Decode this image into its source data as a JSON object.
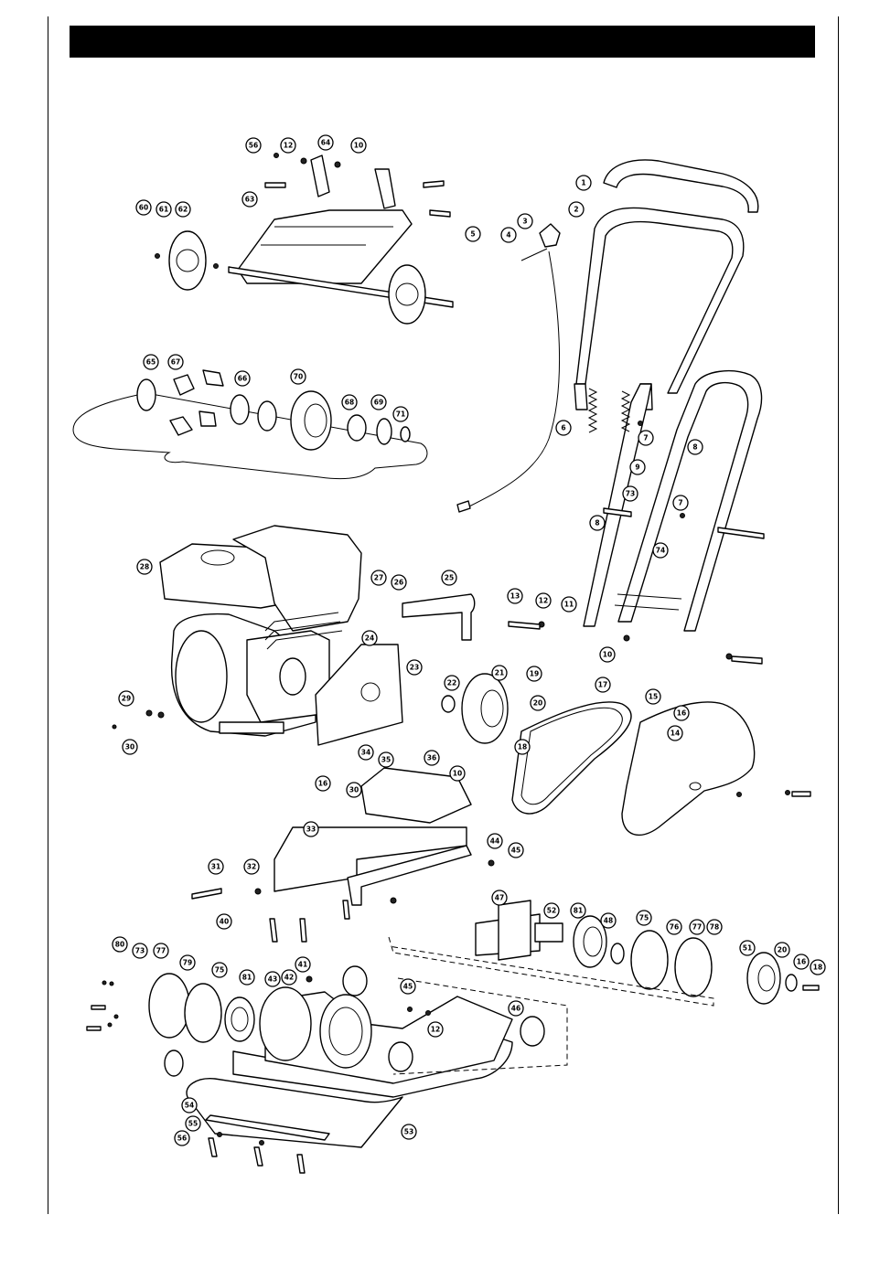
{
  "diagram": {
    "title_bar_text": "",
    "callout_labels": [
      "1",
      "2",
      "3",
      "4",
      "5",
      "6",
      "7",
      "8",
      "9",
      "10",
      "11",
      "12",
      "13",
      "14",
      "15",
      "16",
      "17",
      "18",
      "19",
      "20",
      "21",
      "22",
      "23",
      "24",
      "25",
      "26",
      "27",
      "28",
      "29",
      "30",
      "31",
      "32",
      "33",
      "34",
      "35",
      "36",
      "40",
      "41",
      "42",
      "43",
      "44",
      "45",
      "46",
      "47",
      "48",
      "51",
      "52",
      "53",
      "54",
      "55",
      "56",
      "60",
      "61",
      "62",
      "63",
      "64",
      "65",
      "66",
      "67",
      "68",
      "69",
      "70",
      "71",
      "73",
      "74",
      "75",
      "76",
      "77",
      "78",
      "79",
      "80",
      "81"
    ]
  }
}
